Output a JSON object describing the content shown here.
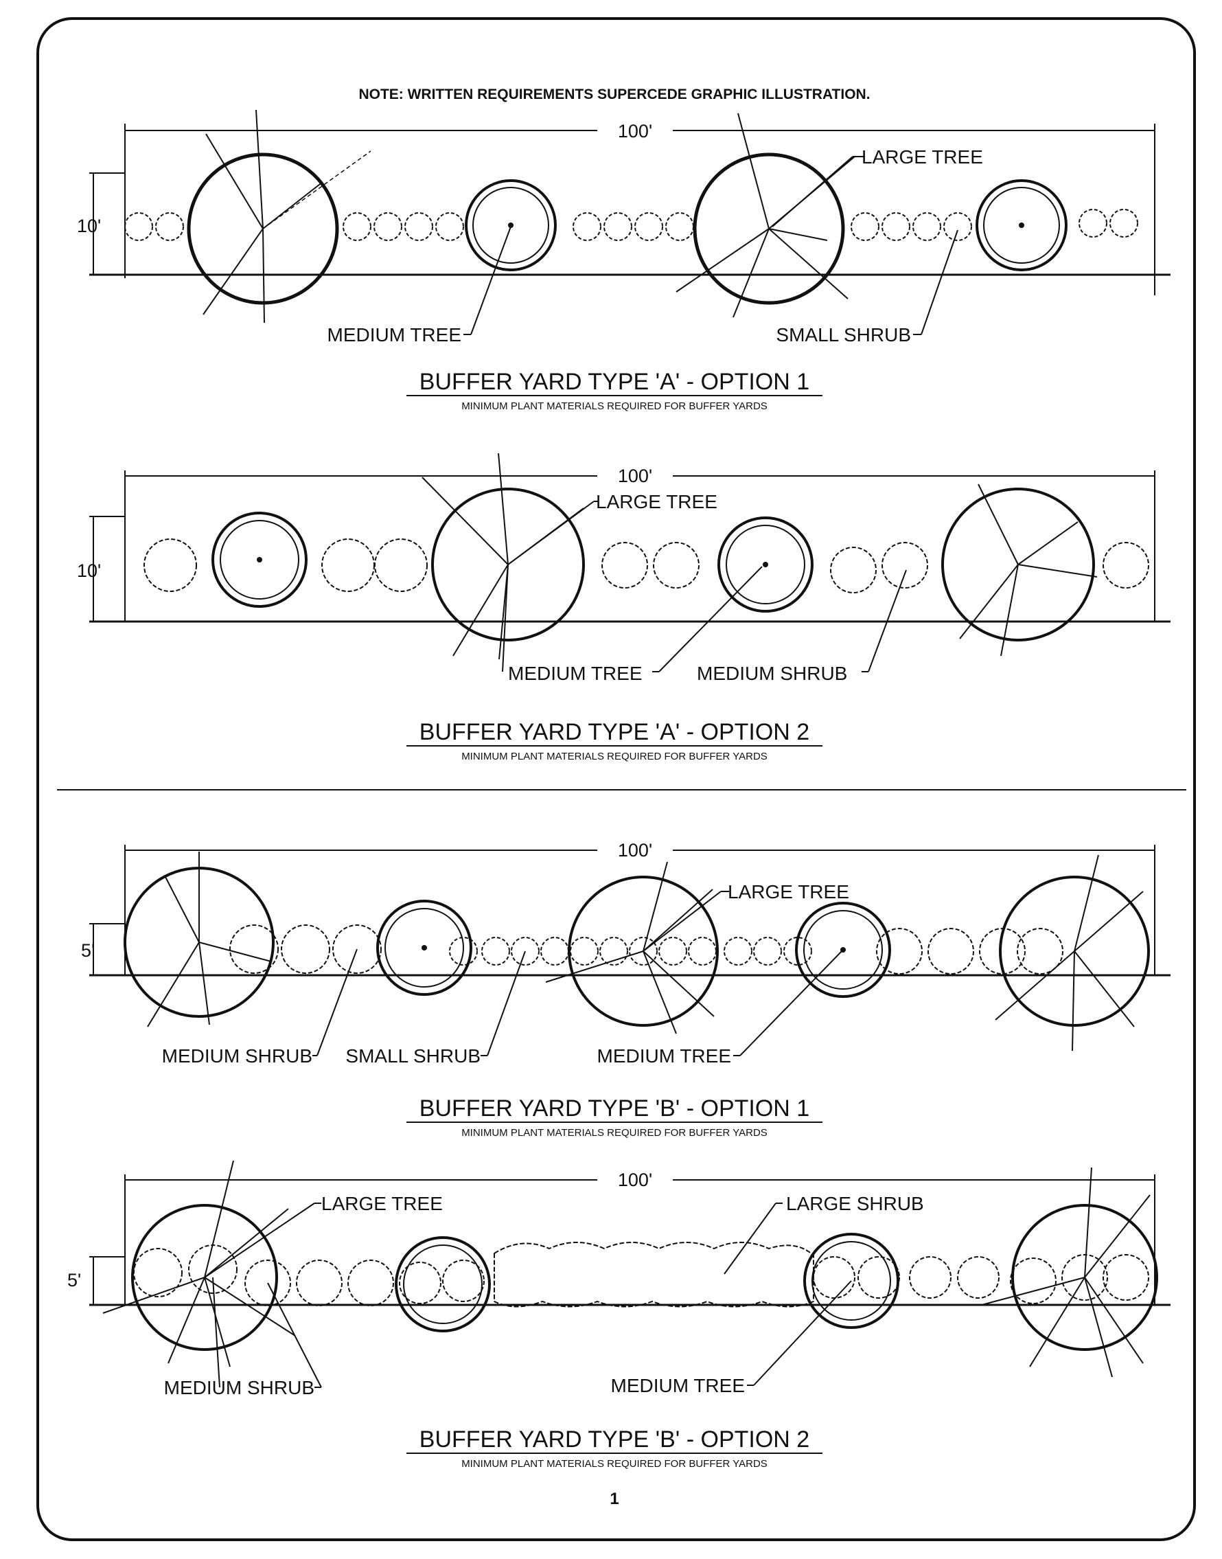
{
  "note": "NOTE:  WRITTEN REQUIREMENTS SUPERCEDE GRAPHIC ILLUSTRATION.",
  "page_number": "1",
  "legend": {
    "large_tree": "LARGE TREE",
    "medium_tree": "MEDIUM TREE",
    "large_shrub": "LARGE SHRUB",
    "medium_shrub": "MEDIUM SHRUB",
    "small_shrub": "SMALL SHRUB"
  },
  "panels": [
    {
      "title": "BUFFER YARD TYPE 'A' - OPTION 1",
      "subtitle": "MINIMUM PLANT MATERIALS REQUIRED FOR BUFFER YARDS",
      "length": "100'",
      "width": "10'"
    },
    {
      "title": "BUFFER YARD TYPE 'A' - OPTION 2",
      "subtitle": "MINIMUM PLANT MATERIALS REQUIRED FOR BUFFER YARDS",
      "length": "100'",
      "width": "10'"
    },
    {
      "title": "BUFFER YARD TYPE 'B' - OPTION 1",
      "subtitle": "MINIMUM PLANT MATERIALS REQUIRED FOR BUFFER YARDS",
      "length": "100'",
      "width": "5'"
    },
    {
      "title": "BUFFER YARD TYPE 'B' - OPTION 2",
      "subtitle": "MINIMUM PLANT MATERIALS REQUIRED FOR BUFFER YARDS",
      "length": "100'",
      "width": "5'"
    }
  ]
}
